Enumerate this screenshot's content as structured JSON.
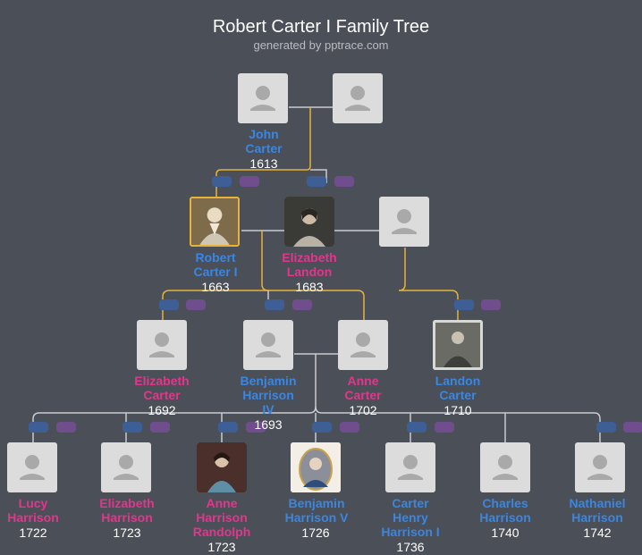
{
  "header": {
    "title": "Robert Carter I Family Tree",
    "subtitle": "generated by pptrace.com"
  },
  "people": {
    "john_carter": {
      "name": "John\nCarter",
      "year": "1613"
    },
    "robert_carter_i": {
      "name": "Robert\nCarter I",
      "year": "1663"
    },
    "elizabeth_landon": {
      "name": "Elizabeth\nLandon",
      "year": "1683"
    },
    "elizabeth_carter": {
      "name": "Elizabeth\nCarter",
      "year": "1692"
    },
    "benjamin_harrison_iv": {
      "name": "Benjamin\nHarrison\nIV",
      "year": "1693"
    },
    "anne_carter": {
      "name": "Anne\nCarter",
      "year": "1702"
    },
    "landon_carter": {
      "name": "Landon\nCarter",
      "year": "1710"
    },
    "lucy_harrison": {
      "name": "Lucy\nHarrison",
      "year": "1722"
    },
    "elizabeth_harrison": {
      "name": "Elizabeth\nHarrison",
      "year": "1723"
    },
    "anne_harrison_randolph": {
      "name": "Anne\nHarrison\nRandolph",
      "year": "1723"
    },
    "benjamin_harrison_v": {
      "name": "Benjamin\nHarrison V",
      "year": "1726"
    },
    "carter_henry_harrison_i": {
      "name": "Carter\nHenry\nHarrison I",
      "year": "1736"
    },
    "charles_harrison": {
      "name": "Charles\nHarrison",
      "year": "1740"
    },
    "nathaniel_harrison": {
      "name": "Nathaniel\nHarrison",
      "year": "1742"
    }
  },
  "colors": {
    "background": "#4b4f57",
    "male_name": "#3b86e0",
    "female_name": "#e0378d",
    "selected_line": "#e6b33a",
    "normal_line": "#c9ccd1"
  }
}
